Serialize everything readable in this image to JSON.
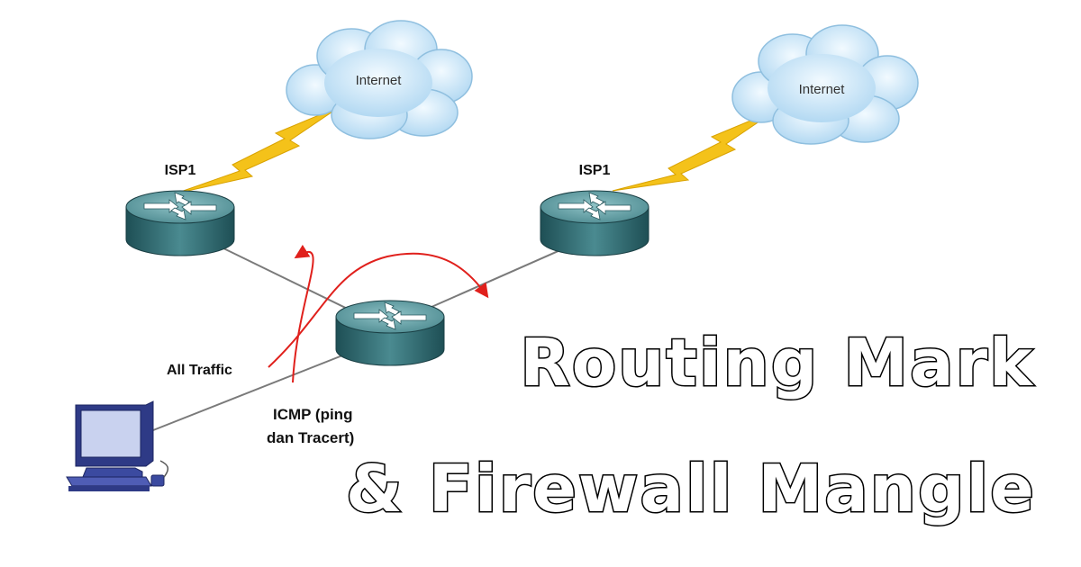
{
  "clouds": [
    {
      "label": "Internet"
    },
    {
      "label": "Internet"
    }
  ],
  "routers": [
    {
      "label": "ISP1"
    },
    {
      "label": "ISP1"
    },
    {
      "label": ""
    }
  ],
  "flows": {
    "all_traffic": "All Traffic",
    "icmp_line1": "ICMP (ping",
    "icmp_line2": "dan Tracert)"
  },
  "title": {
    "line1": "Routing Mark",
    "line2": "& Firewall Mangle"
  },
  "colors": {
    "router_body": "#2f6f75",
    "router_top": "#5f9aa0",
    "cloud": "#bfe0f5",
    "lightning": "#f4c21a",
    "flow_arrow": "#e0201c",
    "link": "#7a7a7a",
    "pc": "#3b4aa0"
  }
}
